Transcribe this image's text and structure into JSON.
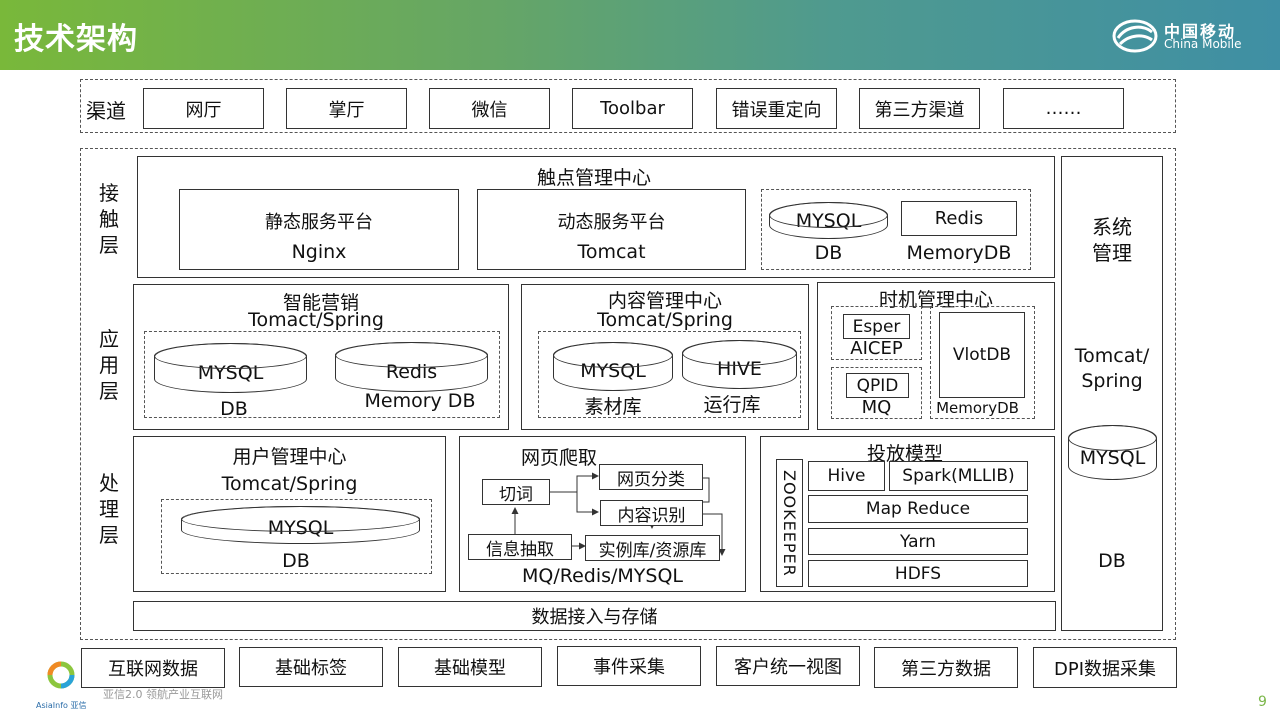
{
  "header": {
    "title": "技术架构",
    "brand_cn": "中国移动",
    "brand_en": "China Mobile"
  },
  "channels": {
    "label": "渠道",
    "items": [
      "网厅",
      "掌厅",
      "微信",
      "Toolbar",
      "错误重定向",
      "第三方渠道",
      "……"
    ]
  },
  "contact_layer": {
    "label": "接触层",
    "center": "触点管理中心",
    "static_title": "静态服务平台",
    "static_sub": "Nginx",
    "dynamic_title": "动态服务平台",
    "dynamic_sub": "Tomcat",
    "mysql": "MYSQL",
    "db": "DB",
    "redis": "Redis",
    "memorydb": "MemoryDB"
  },
  "app_layer": {
    "label": "应用层",
    "marketing_title": "智能营销",
    "marketing_sub": "Tomact/Spring",
    "marketing_mysql": "MYSQL",
    "marketing_db": "DB",
    "marketing_redis": "Redis",
    "marketing_memdb": "Memory DB",
    "content_title": "内容管理中心",
    "content_sub": "Tomcat/Spring",
    "content_mysql": "MYSQL",
    "content_hive": "HIVE",
    "content_lib1": "素材库",
    "content_lib2": "运行库",
    "timing_title": "时机管理中心",
    "esper": "Esper",
    "aicep": "AICEP",
    "qpid": "QPID",
    "mq": "MQ",
    "vlotdb": "VlotDB",
    "memorydb": "MemoryDB"
  },
  "process_layer": {
    "label": "处理层",
    "user_title": "用户管理中心",
    "user_sub": "Tomcat/Spring",
    "user_mysql": "MYSQL",
    "user_db": "DB",
    "crawl_title": "网页爬取",
    "cut": "切词",
    "classify": "网页分类",
    "recognize": "内容识别",
    "extract": "信息抽取",
    "instance": "实例库/资源库",
    "crawl_sub": "MQ/Redis/MYSQL",
    "deliver_title": "投放模型",
    "zookeeper": "ZOOKEEPER",
    "hive": "Hive",
    "spark": "Spark(MLLIB)",
    "mapreduce": "Map Reduce",
    "yarn": "Yarn",
    "hdfs": "HDFS",
    "storage": "数据接入与存储"
  },
  "system_mgmt": {
    "title": "系统管理",
    "sub": "Tomcat/Spring",
    "mysql": "MYSQL",
    "db": "DB"
  },
  "data_sources": [
    "互联网数据",
    "基础标签",
    "基础模型",
    "事件采集",
    "客户统一视图",
    "第三方数据",
    "DPI数据采集"
  ],
  "footer": {
    "logo_text": "AsiaInfo 亚信",
    "slogan": "亚信2.0  领航产业互联网",
    "page": "9"
  },
  "colors": {
    "header_start": "#79b83a",
    "header_end": "#3f8fa4",
    "page_num": "#7ab648"
  }
}
